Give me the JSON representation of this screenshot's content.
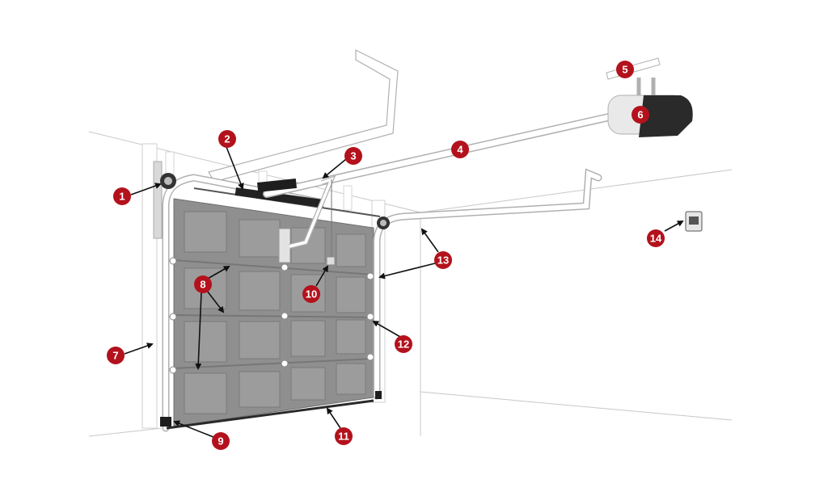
{
  "diagram": {
    "callouts": [
      {
        "id": "1",
        "label": "1"
      },
      {
        "id": "2",
        "label": "2"
      },
      {
        "id": "3",
        "label": "3"
      },
      {
        "id": "4",
        "label": "4"
      },
      {
        "id": "5",
        "label": "5"
      },
      {
        "id": "6",
        "label": "6"
      },
      {
        "id": "7",
        "label": "7"
      },
      {
        "id": "8",
        "label": "8"
      },
      {
        "id": "9",
        "label": "9"
      },
      {
        "id": "10",
        "label": "10"
      },
      {
        "id": "11",
        "label": "11"
      },
      {
        "id": "12",
        "label": "12"
      },
      {
        "id": "13",
        "label": "13"
      },
      {
        "id": "14",
        "label": "14"
      }
    ],
    "colors": {
      "callout": "#b3121c",
      "door_panel": "#8f8f8f",
      "door_panel_inset": "#a3a3a3",
      "track": "#ffffff",
      "track_outline": "#b0b0b0",
      "opener": "#2a2a2a",
      "wall_line": "#c8c8c8"
    }
  }
}
